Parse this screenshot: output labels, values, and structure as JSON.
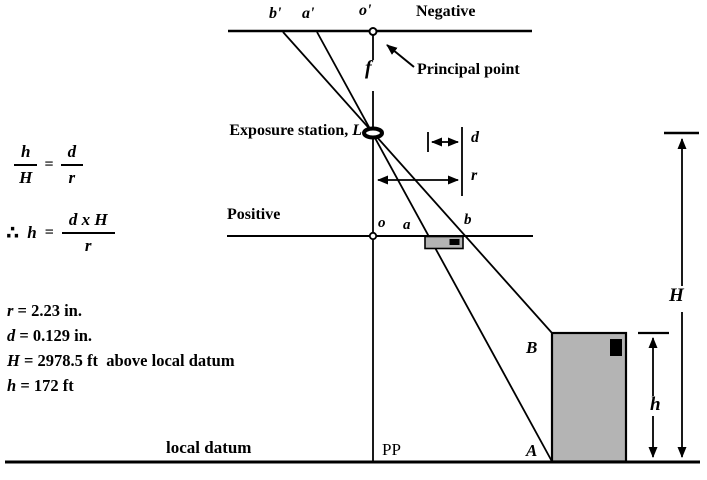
{
  "formula1": {
    "num_left": "h",
    "den_left": "H",
    "equals": "=",
    "num_right": "d",
    "den_right": "r"
  },
  "formula2": {
    "therefore": "∴",
    "lhs": "h",
    "equals": "=",
    "num": "d x H",
    "den": "r"
  },
  "given": [
    {
      "var": "r",
      "rest": " = 2.23 in."
    },
    {
      "var": "d",
      "rest": " = 0.129 in."
    },
    {
      "var": "H",
      "rest": " = 2978.5 ft  above local datum"
    },
    {
      "var": "h",
      "rest": " = 172 ft"
    }
  ],
  "labels": {
    "negative": "Negative",
    "principal_point": "Principal point",
    "exposure_station": "Exposure station,",
    "exposure_station_var": " L",
    "positive": "Positive",
    "local_datum": "local datum",
    "pp": "PP",
    "b_prime": "b'",
    "a_prime": "a'",
    "o_prime": "o'",
    "o": "o",
    "a": "a",
    "b": "b",
    "f": "f",
    "d": "d",
    "r": "r",
    "H": "H",
    "h": "h",
    "A": "A",
    "B": "B"
  },
  "colors": {
    "ink": "#000000",
    "building_fill": "#b4b4b4",
    "background": "#ffffff"
  }
}
